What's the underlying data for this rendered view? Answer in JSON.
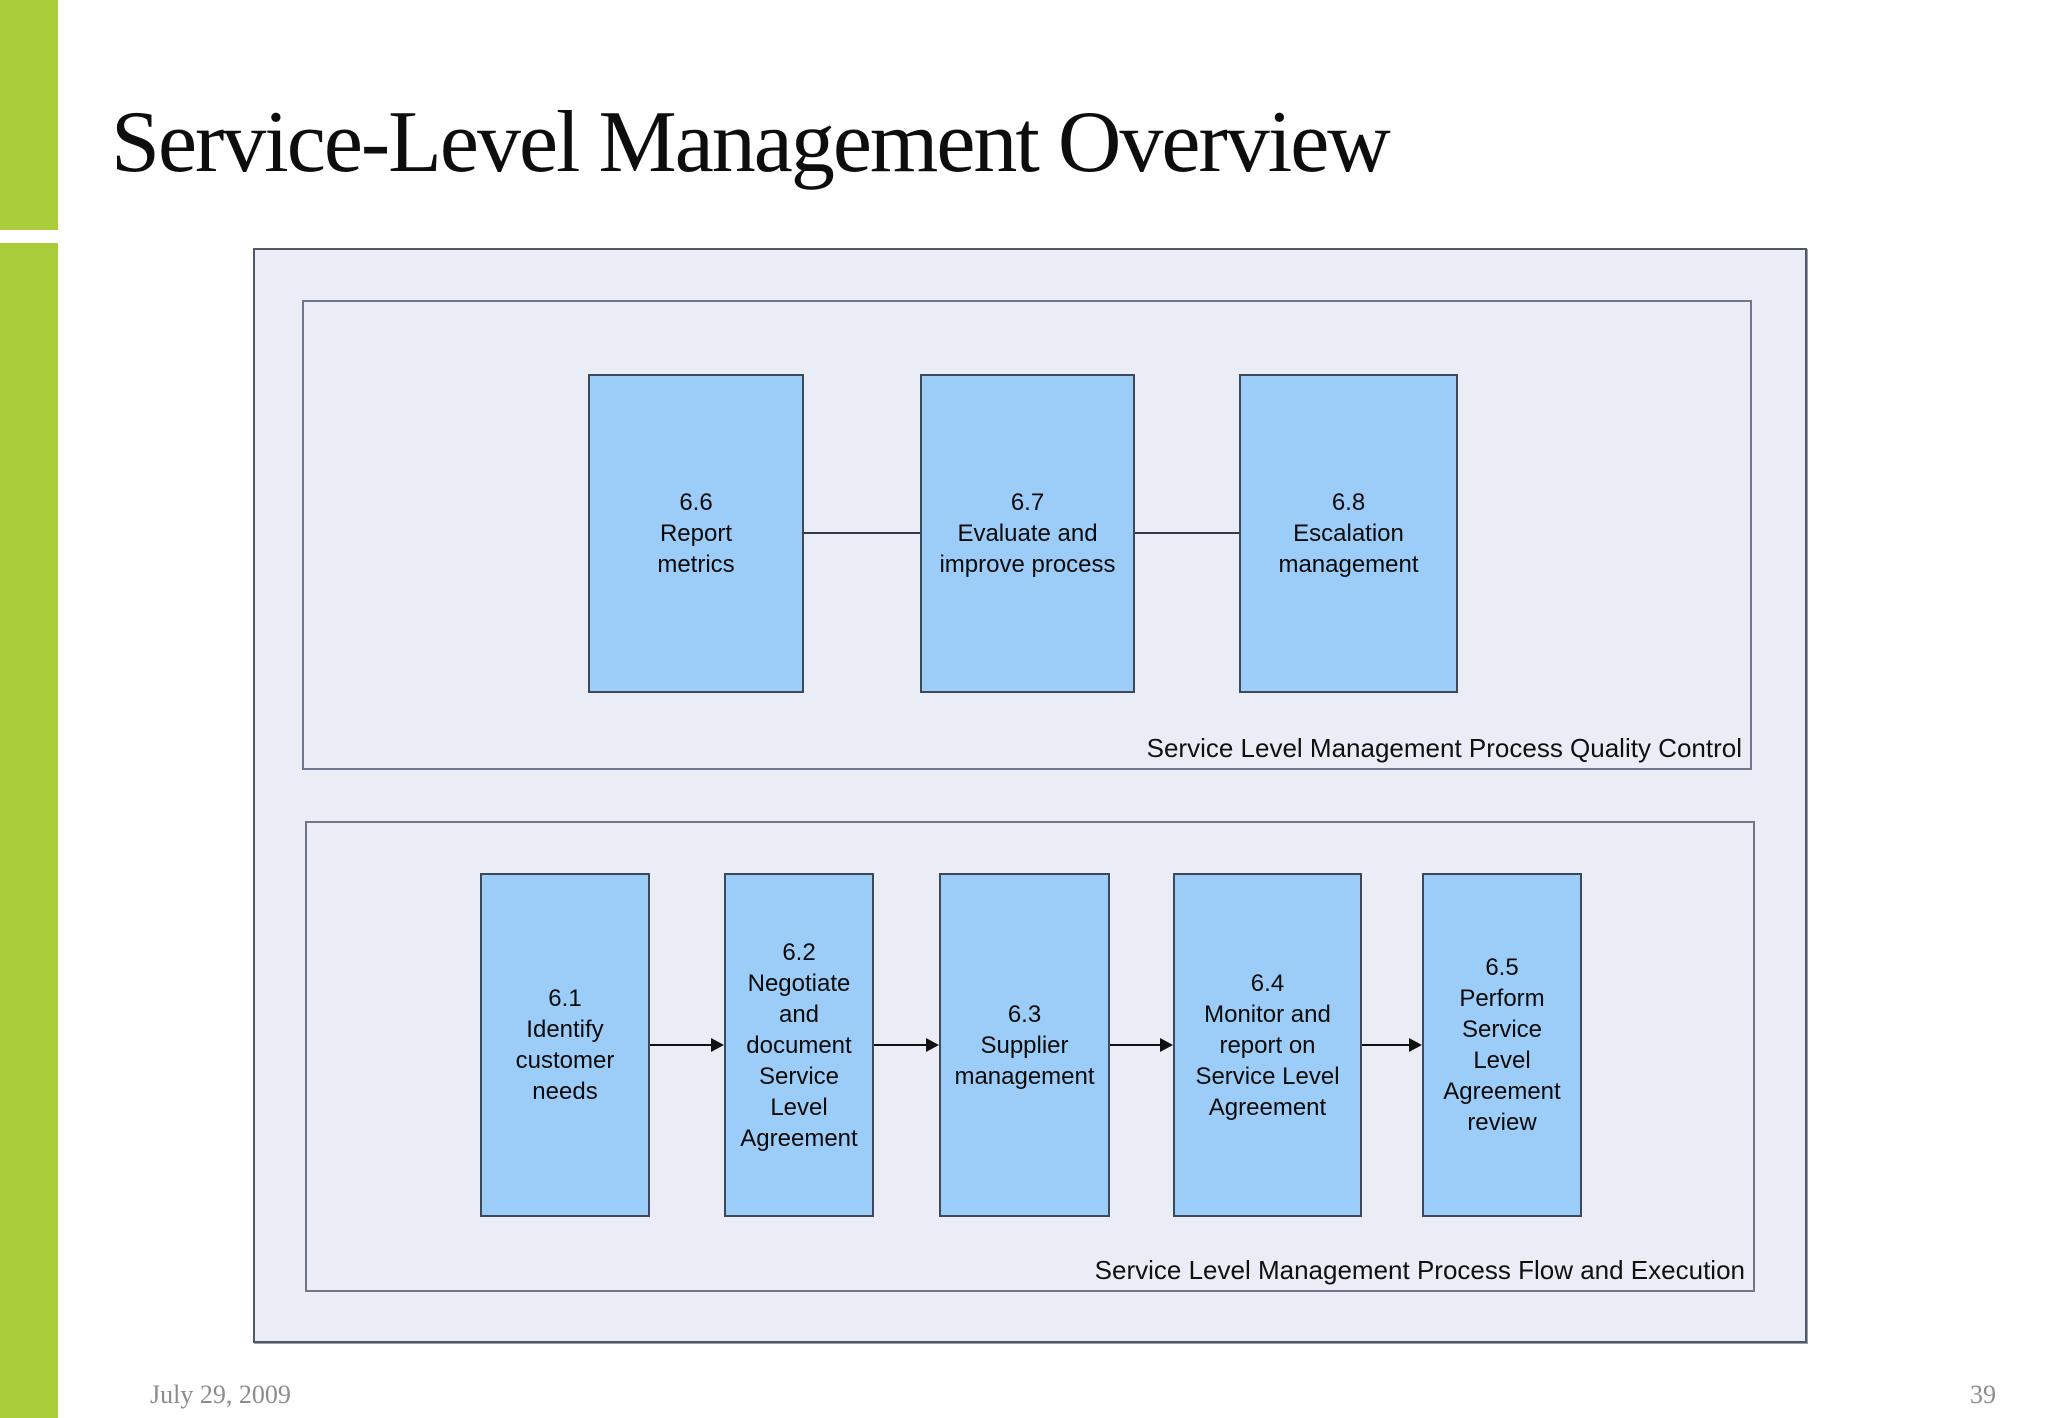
{
  "slide": {
    "title": "Service-Level Management Overview",
    "footer": {
      "date": "July 29, 2009",
      "page_number": "39"
    }
  },
  "diagram": {
    "groups": [
      {
        "name": "quality_control",
        "label": "Service Level Management Process Quality Control",
        "connector_style": "plain-line",
        "boxes": [
          {
            "id": "6.6",
            "text": "6.6\nReport\nmetrics"
          },
          {
            "id": "6.7",
            "text": "6.7\nEvaluate and\nimprove process"
          },
          {
            "id": "6.8",
            "text": "6.8\nEscalation\nmanagement"
          }
        ]
      },
      {
        "name": "flow_and_execution",
        "label": "Service Level Management Process Flow and Execution",
        "connector_style": "arrow",
        "boxes": [
          {
            "id": "6.1",
            "text": "6.1\nIdentify\ncustomer\nneeds"
          },
          {
            "id": "6.2",
            "text": "6.2\nNegotiate\nand\ndocument\nService\nLevel\nAgreement"
          },
          {
            "id": "6.3",
            "text": "6.3\nSupplier\nmanagement"
          },
          {
            "id": "6.4",
            "text": "6.4\nMonitor and\nreport on\nService Level\nAgreement"
          },
          {
            "id": "6.5",
            "text": "6.5\nPerform\nService\nLevel\nAgreement\nreview"
          }
        ]
      }
    ],
    "colors": {
      "accent_green": "#A8CC3A",
      "process_box_fill": "#9BCDF8",
      "process_box_border": "#3E4858",
      "panel_fill": "#EAEDF6",
      "panel_border": "#6E7889",
      "outer_border": "#4F5866",
      "connector": "#111111",
      "footer_text": "#8F8B8C"
    }
  }
}
